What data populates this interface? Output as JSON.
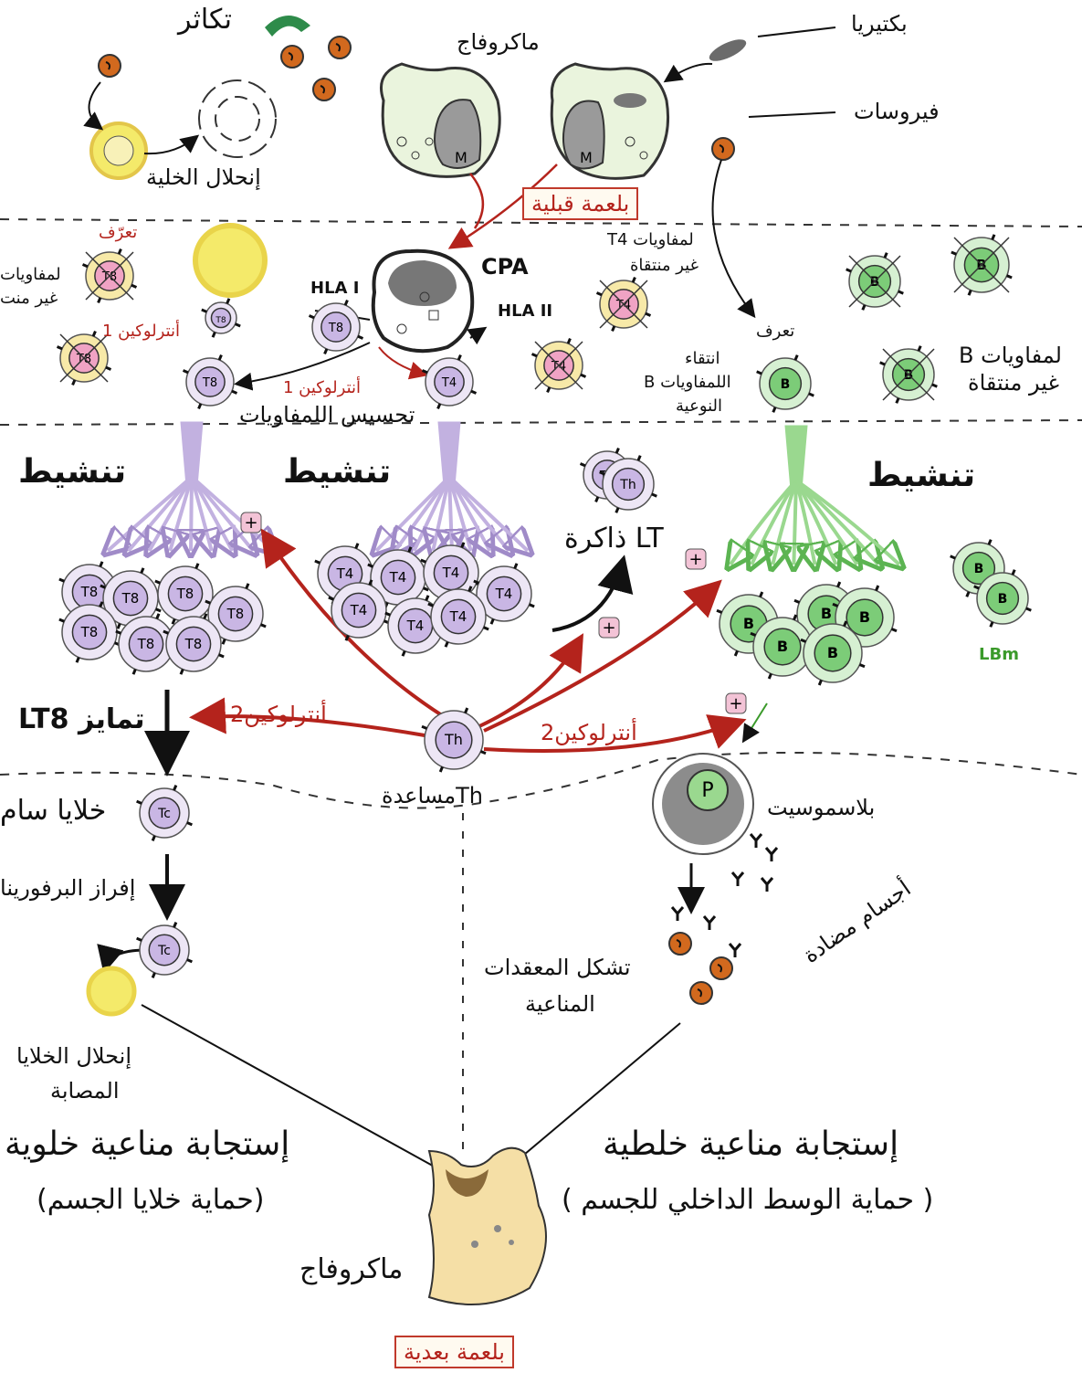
{
  "labels": {
    "bacteria": "بكتيريا",
    "viruses": "فيروسات",
    "macrophage_top": "ماكروفاج",
    "proliferation": "تكاثر",
    "cell_lysis_top": "إنحلال الخلية",
    "pre_phagocytosis": "بلعمة قبلية",
    "recognition_left": "تعرّف",
    "lymph_t8_nonselected": "لمفاويات",
    "lymph_t8_nonselected_2": "غير منت",
    "interleukin1_left": "أنترلوكين 1",
    "interleukin1_center": "أنترلوكين 1",
    "sensitization": "تحسيس اللمفاويات",
    "hla1": "HLA I",
    "hla2": "HLA II",
    "cpa": "CPA",
    "lymph_t4_nonselected": "لمفاويات T4",
    "lymph_t4_nonselected_2": "غير منتقاة",
    "recognition_right": "تعرف",
    "b_selection": "انتقاء",
    "b_selection_2": "اللمفاويات B",
    "b_selection_3": "النوعية",
    "lymph_b_nonselected": "لمفاويات B",
    "lymph_b_nonselected_2": "غير منتقاة",
    "activation_left": "تنشيط",
    "activation_mid": "تنشيط",
    "activation_right": "تنشيط",
    "lt_memory": "LT ذاكرة",
    "lbm": "LBm",
    "differentiation": "تمايز LT8",
    "interleukin2_left": "أنترلوكين2",
    "interleukin2_right": "أنترلوكين2",
    "th_helper": "Thمساعدة",
    "toxic_cells": "خلايا سام",
    "perforin": "إفراز البرفورينا",
    "infected_lysis": "إنحلال الخلايا",
    "infected_lysis_2": "المصابة",
    "plasmocyte": "بلاسموسيت",
    "antibodies": "أجسام مضادة",
    "immune_complex": "تشكل المعقدات",
    "immune_complex_2": "المناعية",
    "cellular_response": "إستجابة مناعية خلوية",
    "cellular_sub": "(حماية خلايا الجسم)",
    "humoral_response": "إستجابة مناعية خلطية",
    "humoral_sub": "( حماية الوسط الداخلي للجسم )",
    "macrophage_bottom": "ماكروفاج",
    "post_phagocytosis": "بلعمة بعدية"
  },
  "cells": {
    "T8": "T8",
    "T4": "T4",
    "B": "B",
    "Th": "Th",
    "Tc": "Tc",
    "P": "P",
    "M": "M",
    "plus": "+"
  },
  "colors": {
    "t8_fill": "#c9b6e4",
    "t8_ring": "#ede6f5",
    "t4_fill": "#c9b6e4",
    "b_fill": "#7ccc78",
    "b_ring": "#d6f0d2",
    "nonselected_pink": "#f0a3c4",
    "nonselected_yellow": "#f7e9a8",
    "arrow_red": "#b4231c",
    "virus": "#d2691e",
    "macrophage_fill": "#eaf4dd",
    "post_macrophage": "#f5dfa6",
    "activation_purple": "#c2b1e0",
    "activation_green": "#9ad88f"
  },
  "icons": [
    "virus-icon",
    "bacteria-icon",
    "macrophage-icon",
    "antibody-icon",
    "plus-icon",
    "cross-icon"
  ]
}
